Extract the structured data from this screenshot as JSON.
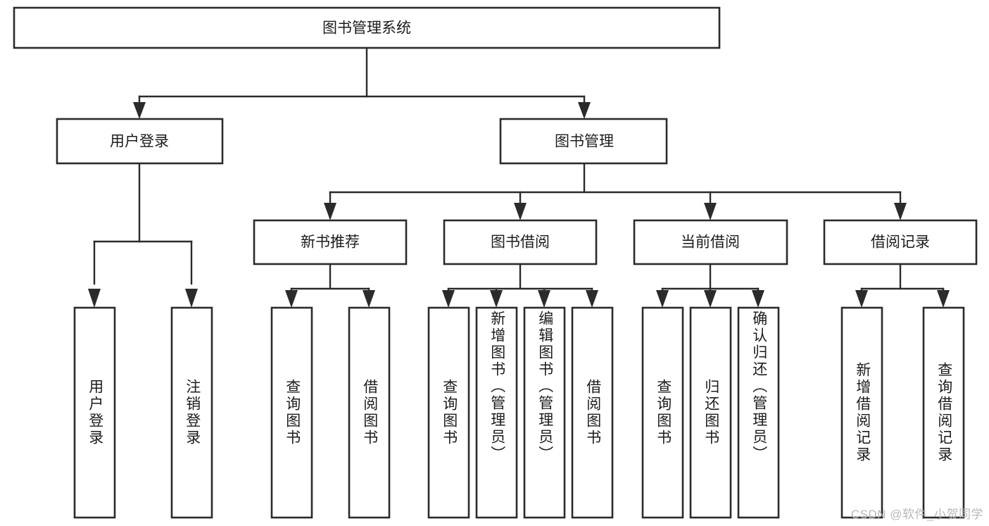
{
  "diagram": {
    "title": "图书管理系统",
    "type": "hierarchy-tree",
    "colors": {
      "box_stroke": "#2b2b2b",
      "box_fill": "#ffffff",
      "connector": "#2b2b2b",
      "text": "#1c1c1c",
      "background": "#ffffff",
      "watermark": "#b8b8b8"
    },
    "root": {
      "label": "图书管理系统"
    },
    "level2": [
      {
        "label": "用户登录"
      },
      {
        "label": "图书管理"
      }
    ],
    "level3": [
      {
        "label": "新书推荐"
      },
      {
        "label": "图书借阅"
      },
      {
        "label": "当前借阅"
      },
      {
        "label": "借阅记录"
      }
    ],
    "leaves": {
      "user_login": [
        {
          "label": "用户登录"
        },
        {
          "label": "注销登录"
        }
      ],
      "new_book_recommend": [
        {
          "label": "查询图书"
        },
        {
          "label": "借阅图书"
        }
      ],
      "book_borrow": [
        {
          "label": "查询图书"
        },
        {
          "label": "新增图书（管理员）"
        },
        {
          "label": "编辑图书（管理员）"
        },
        {
          "label": "借阅图书"
        }
      ],
      "current_borrow": [
        {
          "label": "查询图书"
        },
        {
          "label": "归还图书"
        },
        {
          "label": "确认归还（管理员）"
        }
      ],
      "borrow_record": [
        {
          "label": "新增借阅记录"
        },
        {
          "label": "查询借阅记录"
        }
      ]
    },
    "watermark": "CSDN @软件_小贺同学"
  }
}
